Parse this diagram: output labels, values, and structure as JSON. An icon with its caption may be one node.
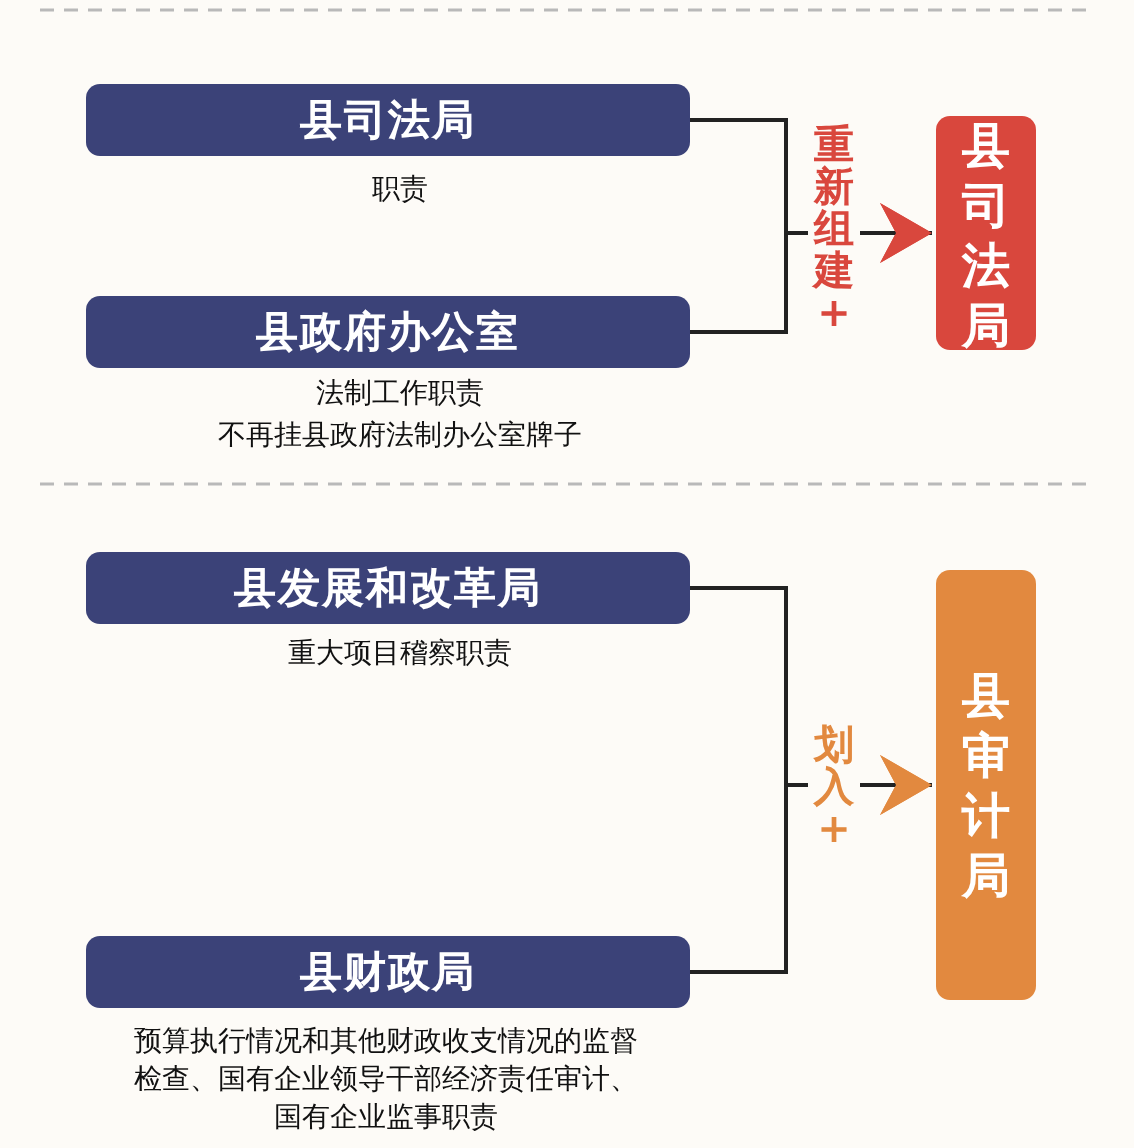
{
  "diagram": {
    "nodes": [
      {
        "text": [
          "县司法局"
        ],
        "beside": [
          "职责"
        ]
      },
      {
        "text": [
          "县政府办公室"
        ],
        "beside": [
          "法制工作职责",
          "不再挂县政府法制办公室牌子"
        ]
      },
      {
        "text": [
          "县司法局"
        ]
      },
      {
        "text": [
          "县发展和改革局"
        ],
        "beside": [
          "重大项目稽察职责"
        ]
      },
      {
        "text": [
          "县财政局"
        ],
        "beside": [
          "预算执行情况和其他财政收支情况的监督检查、国有企业领导干部经济责任审计、国有企业监事职责"
        ]
      },
      {
        "text": [
          "县审计局"
        ]
      }
    ],
    "edges": [
      {
        "from": 0,
        "to": 2,
        "arrow": "to",
        "label": "重新组建+"
      },
      {
        "from": 1,
        "to": 2,
        "arrow": "to"
      },
      {
        "from": 3,
        "to": 5,
        "arrow": "to",
        "label": "划入+"
      },
      {
        "from": 4,
        "to": 5,
        "arrow": "to"
      }
    ]
  }
}
